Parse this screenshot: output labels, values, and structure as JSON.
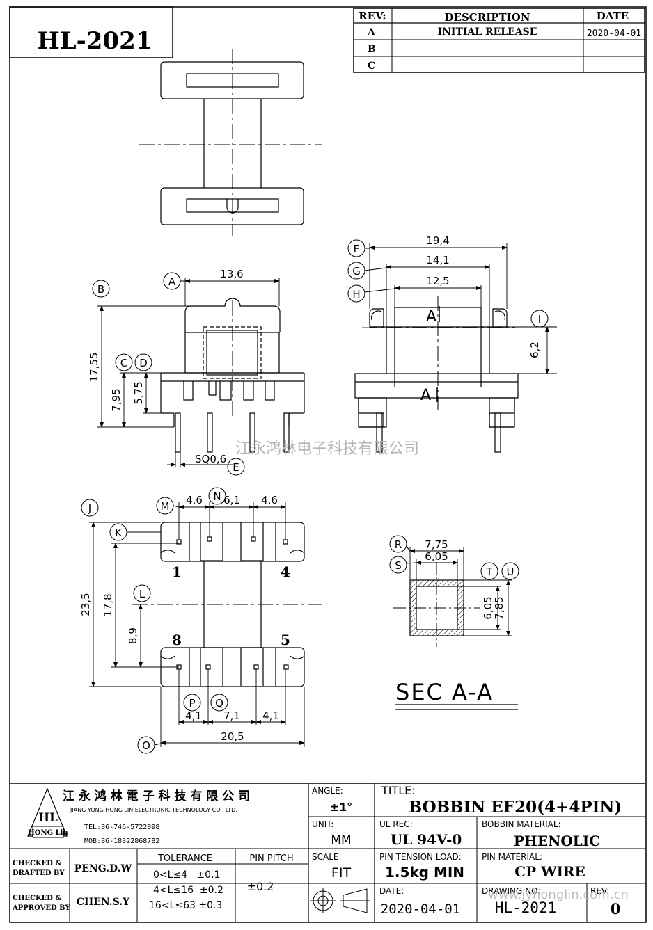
{
  "part_number": "HL-2021",
  "revision_table": {
    "headers": {
      "rev": "REV:",
      "description": "DESCRIPTION",
      "date": "DATE"
    },
    "rows": [
      {
        "rev": "A",
        "description": "INITIAL RELEASE",
        "date": "2020-04-01"
      },
      {
        "rev": "B",
        "description": "",
        "date": ""
      },
      {
        "rev": "C",
        "description": "",
        "date": ""
      }
    ]
  },
  "dimensions": {
    "d13_6": "13,6",
    "d17_55": "17,55",
    "d7_95": "7,95",
    "d5_75": "5,75",
    "sq": "SQ0,6",
    "d19_4": "19,4",
    "d14_1": "14,1",
    "d12_5": "12,5",
    "d6_2": "6,2",
    "d4_6a": "4,6",
    "d6_1": "6,1",
    "d4_6b": "4,6",
    "d23_5": "23,5",
    "d17_8": "17,8",
    "d8_9": "8,9",
    "d4_1a": "4,1",
    "d7_1": "7,1",
    "d4_1b": "4,1",
    "d20_5": "20,5",
    "d7_75": "7,75",
    "d6_05a": "6,05",
    "d6_05b": "6,05",
    "d7_85": "7,85"
  },
  "callouts": [
    "A",
    "B",
    "C",
    "D",
    "E",
    "F",
    "G",
    "H",
    "I",
    "J",
    "K",
    "L",
    "M",
    "N",
    "O",
    "P",
    "Q",
    "R",
    "S",
    "T",
    "U"
  ],
  "section_marks": {
    "top": "A",
    "bottom": "A"
  },
  "pin_numbers": {
    "p1": "1",
    "p4": "4",
    "p8": "8",
    "p5": "5"
  },
  "section_title": "SEC A-A",
  "watermark": "江永鸿林电子科技有限公司",
  "title_block": {
    "company_cn": "江 永 鸿 林 電 子 科 技 有 限 公 司",
    "company_en": "JIANG YONG HONG LIN ELECTRONIC TECHNOLOGY CO., LTD.",
    "logo_text": "HL",
    "logo_sub": "HONG Lin",
    "tel": "TEL:86-746-5722898",
    "mob": "MOB:86-18822868782",
    "angle_label": "ANGLE:",
    "angle_value": "±1°",
    "title_label": "TITLE:",
    "title_value": "BOBBIN   EF20(4+4PIN)",
    "unit_label": "UNIT:",
    "unit_value": "MM",
    "ul_label": "UL REC:",
    "ul_value": "UL 94V-0",
    "bobbin_mat_label": "BOBBIN MATERIAL:",
    "bobbin_mat_value": "PHENOLIC",
    "checked_drafted_label": "CHECKED & DRAFTED BY",
    "checked_drafted_value": "PENG.D.W",
    "tolerance_label": "TOLERANCE",
    "tolerance_rows": [
      "0<L≤4   ±0.1",
      "4<L≤16  ±0.2",
      "16<L≤63 ±0.3"
    ],
    "pin_pitch_label": "PIN PITCH",
    "pin_pitch_value": "±0.2",
    "scale_label": "SCALE:",
    "scale_value": "FIT",
    "pin_tension_label": "PIN TENSION LOAD:",
    "pin_tension_value": "1.5kg MIN",
    "pin_mat_label": "PIN MATERIAL:",
    "pin_mat_value": "CP WIRE",
    "checked_approved_label": "CHECKED & APPROVED BY",
    "checked_approved_value": "CHEN.S.Y",
    "date_label": "DATE:",
    "date_value": "2020-04-01",
    "drawing_no_label": "DRAWING NO:",
    "drawing_no_value": "HL-2021",
    "rev_label": "REV:",
    "rev_value": "0",
    "website_watermark": "www.jyhonglin.com.cn"
  }
}
